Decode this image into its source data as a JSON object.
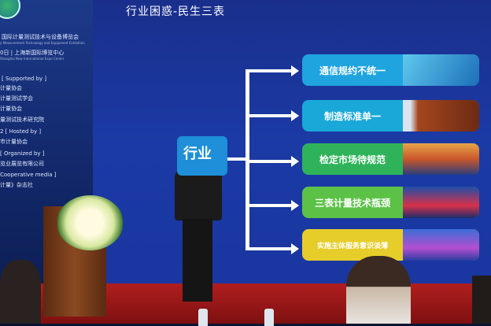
{
  "banner": {
    "expo_name": "国际计量测试技术与设备博览会",
    "expo_name_en": "y Measurement Technology and Equipment Exhibition",
    "date_venue": "0日 | 上海新国际博览中心",
    "venue_en": "Shanghai New International Expo Center",
    "supported_by": "[ Supported by ]",
    "supporters": [
      "计量协会",
      "计量测试学会",
      "计量协会",
      "量测试技术研究院"
    ],
    "hosted_by": "2 [ Hosted by ]",
    "host": "市计量协会",
    "organized_by": "[ Organized by ]",
    "organizer": "览业展览有限公司",
    "cooperative_media": "Cooperative media ]",
    "media": "计量》杂志社"
  },
  "slide": {
    "title": "行业困惑-民生三表",
    "root_label": "行业",
    "items": [
      {
        "label": "通信规约不统一",
        "color": "#1fa4e0"
      },
      {
        "label": "制造标准单一",
        "color": "#1aa8d8"
      },
      {
        "label": "检定市场待规范",
        "color": "#2fb35a"
      },
      {
        "label": "三表计量技术瓶颈",
        "color": "#5cc247"
      },
      {
        "label": "实施主体服务意识淡薄",
        "color": "#e6cd2a"
      }
    ]
  }
}
